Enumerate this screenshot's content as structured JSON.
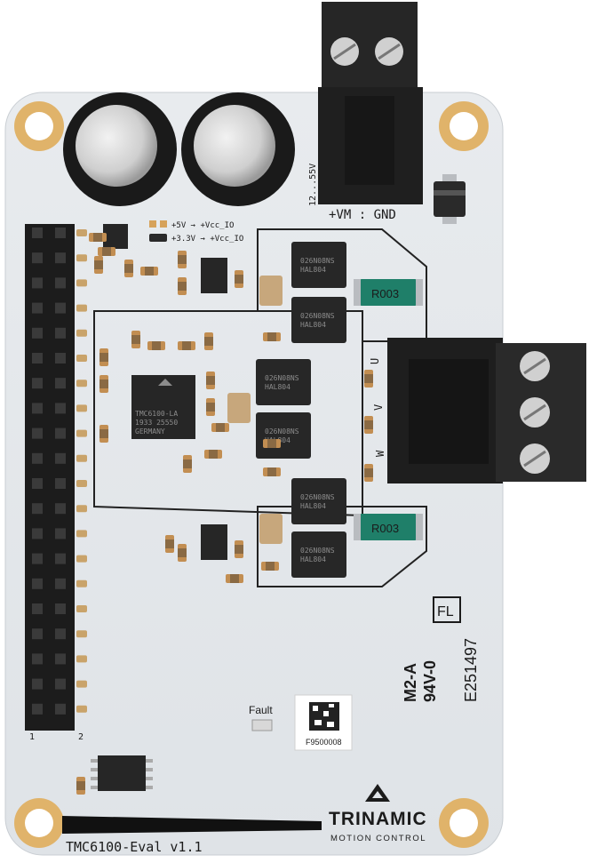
{
  "board": {
    "product_label": "TMC6100-Eval v1.1",
    "brand": "TRINAMIC",
    "brand_sub": "MOTION CONTROL",
    "power_label": "+VM : GND",
    "voltage_range": "12...55V",
    "jumper_5v": "+5V → +Vcc_IO",
    "jumper_3v3": "+3.3V → +Vcc_IO",
    "phase_u": "U",
    "phase_v": "V",
    "phase_w": "W",
    "fault_label": "Fault",
    "header_pin_1": "1",
    "header_pin_2": "2",
    "serial_number": "F9500008",
    "cert_lines": [
      "M2-A",
      "94V-0",
      "E251497"
    ],
    "fl_mark": "FL",
    "main_ic": [
      "TMC6100-LA",
      "1933 25550",
      "GERMANY"
    ],
    "shunt_label": "R003",
    "mosfet_label": [
      "026N08NS",
      "HAL804"
    ]
  },
  "colors": {
    "pcb": "#e4e7ea",
    "mount_ring": "#e0b36a",
    "connector": "#242424",
    "shunt": "#1f7f69",
    "silkscreen": "#1b1b1b"
  }
}
